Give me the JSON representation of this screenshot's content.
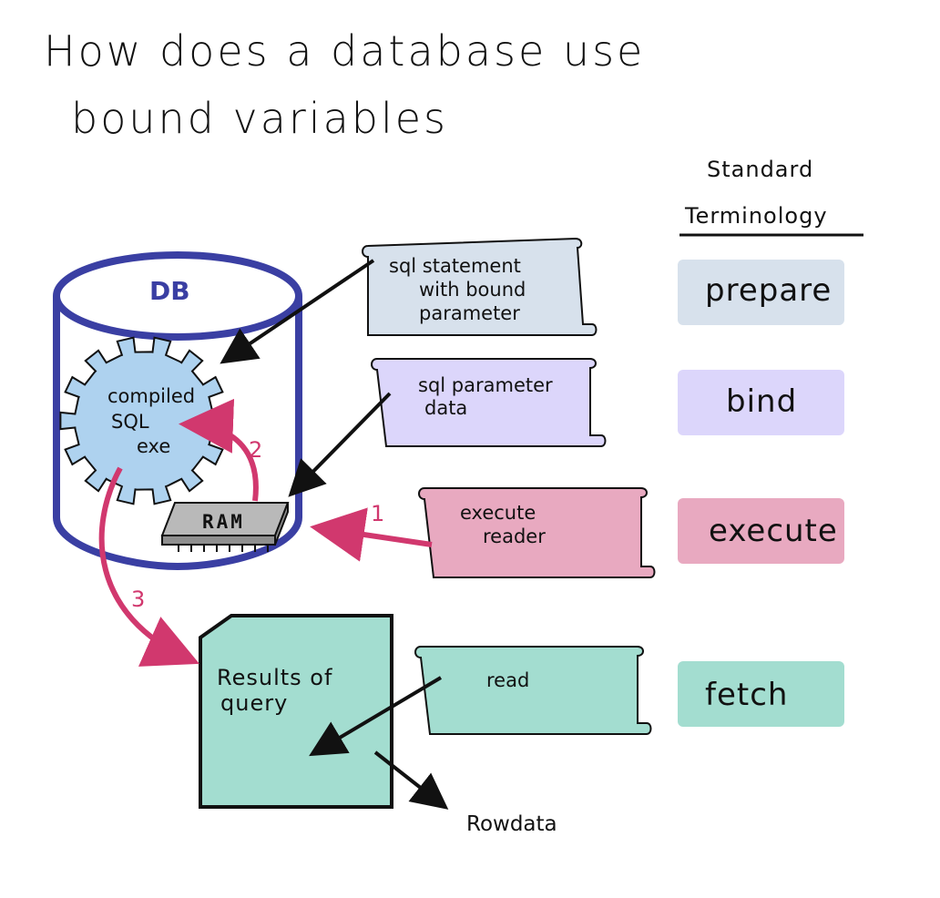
{
  "title": {
    "line1": "How does a database use",
    "line2": "bound variables"
  },
  "terminology": {
    "heading_line1": "Standard",
    "heading_line2": "Terminology",
    "items": [
      {
        "label": "prepare",
        "color": "#d7e1ec"
      },
      {
        "label": "bind",
        "color": "#dcd6fb"
      },
      {
        "label": "execute",
        "color": "#e8a9c0"
      },
      {
        "label": "fetch",
        "color": "#a3ddd0"
      }
    ]
  },
  "database": {
    "label": "DB",
    "color": "#3a3fa3",
    "gear_lines": [
      "compiled",
      "SQL",
      "exe"
    ],
    "gear_color": "#aed2ef",
    "ram_label": "RAM"
  },
  "scrolls": [
    {
      "lines": [
        "sql statement",
        "with bound",
        "parameter"
      ],
      "color": "#d7e1ec"
    },
    {
      "lines": [
        "sql parameter",
        "data"
      ],
      "color": "#dcd6fb"
    },
    {
      "lines": [
        "execute",
        "reader"
      ],
      "color": "#e8a9c0"
    },
    {
      "lines": [
        "read"
      ],
      "color": "#a3ddd0"
    }
  ],
  "results": {
    "lines": [
      "Results of",
      "query"
    ],
    "color": "#a3ddd0"
  },
  "steps": [
    "1",
    "2",
    "3"
  ],
  "step_color": "#d1386e",
  "rowdata_label": "Rowdata"
}
